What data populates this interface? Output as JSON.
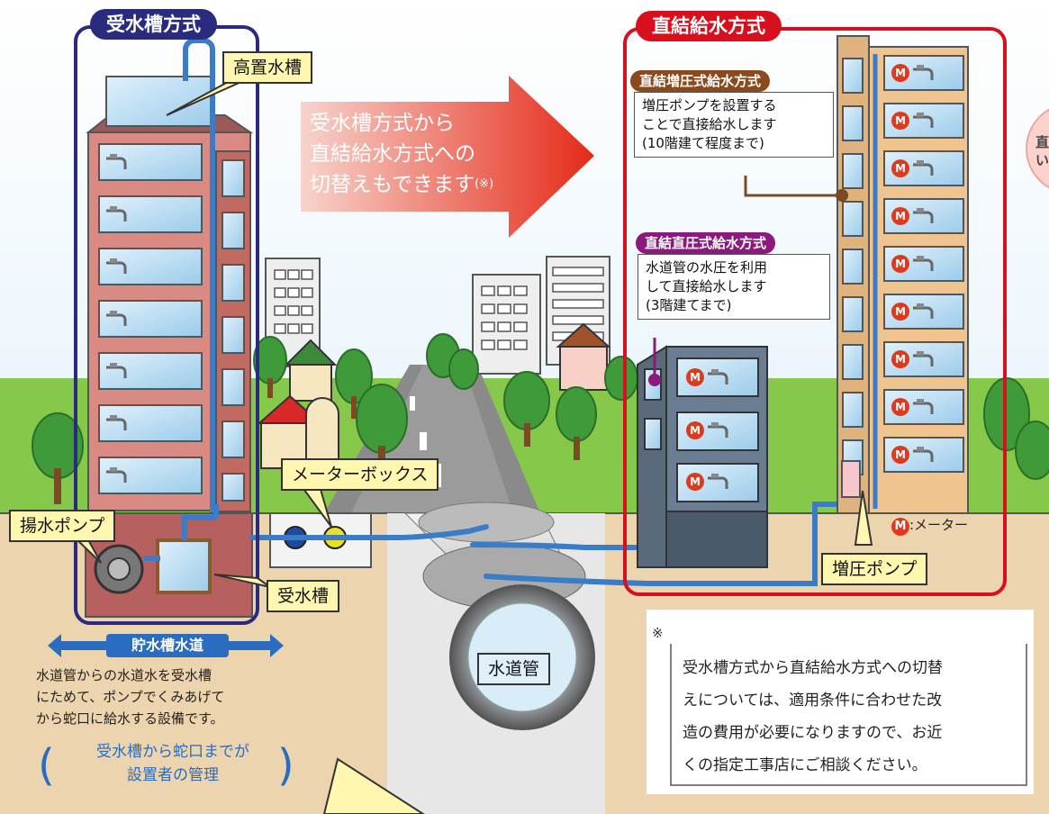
{
  "titles": {
    "left": "受水槽方式",
    "right": "直結給水方式"
  },
  "arrow_text": {
    "line1": "受水槽方式から",
    "line2": "直結給水方式への",
    "line3": "切替えもできます",
    "note_mark": "(※)"
  },
  "labels": {
    "elevated_tank": "高置水槽",
    "pump": "揚水ポンプ",
    "receiving_tank": "受水槽",
    "meter_box": "メーターボックス",
    "water_main": "水道管",
    "booster_pump": "増圧ポンプ",
    "meter_marker": "M",
    "meter_legend": ":メーター",
    "side_badge": "直\nい"
  },
  "booster_method": {
    "title": "直結増圧式給水方式",
    "lines": [
      "増圧ポンプを設置する",
      "ことで直接給水します",
      "(10階建て程度まで)"
    ]
  },
  "direct_method": {
    "title": "直結直圧式給水方式",
    "lines": [
      "水道管の水圧を利用",
      "して直接給水します",
      "(3階建てまで)"
    ]
  },
  "storage": {
    "heading": "貯水槽水道",
    "lines": [
      "水道管からの水道水を受水槽",
      "にためて、ポンプでくみあげて",
      "から蛇口に給水する設備です。"
    ],
    "responsibility_line1": "受水槽から蛇口までが",
    "responsibility_line2": "設置者の管理"
  },
  "note": {
    "mark": "※",
    "lines": [
      "受水槽方式から直結給水方式への切替",
      "えについては、適用条件に合わせた改",
      "造の費用が必要になりますので、お近",
      "くの指定工事店にご相談ください。"
    ]
  },
  "colors": {
    "left_frame": "#2a2a7e",
    "right_frame": "#d8101e",
    "booster_tab": "#8a4a1e",
    "direct_tab": "#8c1a7c",
    "storage_heading": "#2a6cc0",
    "pipe": "#3a7cc8",
    "meter_red": "#e03a1e",
    "ground": "#e9cfa9",
    "grass": "#7cc242"
  }
}
